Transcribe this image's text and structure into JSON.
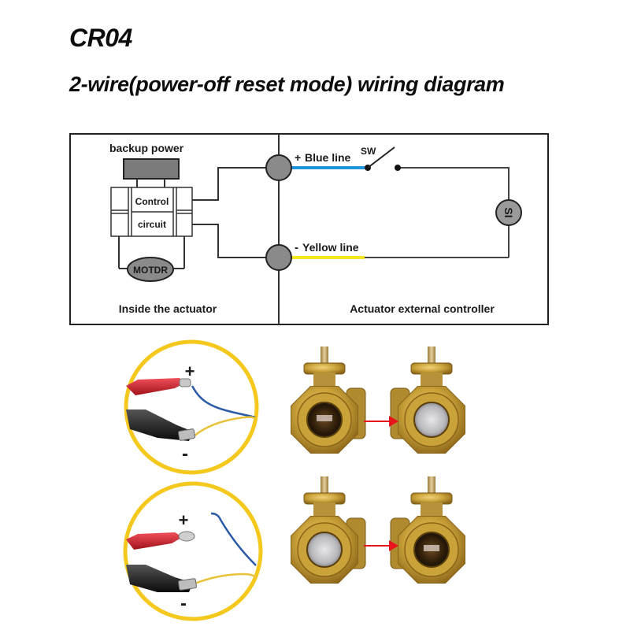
{
  "header": {
    "model": "CR04",
    "subtitle": "2-wire(power-off reset mode) wiring diagram"
  },
  "diagram": {
    "backup_power_label": "backup power",
    "control_label_line1": "Control",
    "control_label_line2": "circuit",
    "motor_label": "MOTDR",
    "inside_label": "Inside the actuator",
    "external_label": "Actuator external controller",
    "blue_line": {
      "sign": "+",
      "label": "Blue line",
      "color": "#1e96dc"
    },
    "yellow_line": {
      "sign": "-",
      "label": "Yellow line",
      "color": "#f5e61e"
    },
    "switch_label": "SW",
    "source_label": "SI",
    "sign_color": "#e0141e"
  },
  "photos": {
    "row1": {
      "clip_plus": "+",
      "clip_minus": "-",
      "description": "Red clip on blue wire, black clip on yellow wire: valve turns from closed to open"
    },
    "row2": {
      "clip_plus": "+",
      "clip_minus": "-",
      "description": "Blue wire disconnected, black clip on yellow wire: valve turns from open to closed"
    },
    "circle_color": "#f5c81e",
    "arrow_color": "#e8141e",
    "brass_color": "#c9a23a"
  }
}
